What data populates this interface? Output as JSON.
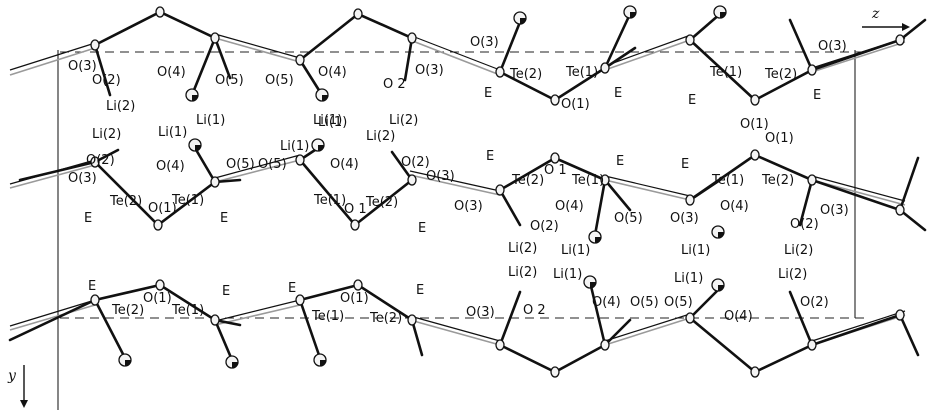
{
  "axes": {
    "z": "z",
    "y": "y"
  },
  "labels": [
    {
      "t": "O(3)"
    },
    {
      "t": "O(2)"
    },
    {
      "t": "O(4)"
    },
    {
      "t": "O(5)"
    },
    {
      "t": "O(5)"
    },
    {
      "t": "O(4)"
    },
    {
      "t": "O(3)"
    },
    {
      "t": "O 2"
    },
    {
      "t": "O(3)"
    },
    {
      "t": "Te(2)"
    },
    {
      "t": "Te(1)"
    },
    {
      "t": "Te(1)"
    },
    {
      "t": "Te(2)"
    },
    {
      "t": "O(3)"
    },
    {
      "t": "z"
    },
    {
      "t": "Li(2)"
    },
    {
      "t": "Li(1)"
    },
    {
      "t": "Li(1)"
    },
    {
      "t": "Li(2)"
    },
    {
      "t": "E"
    },
    {
      "t": "O(1)"
    },
    {
      "t": "E"
    },
    {
      "t": "E"
    },
    {
      "t": "E"
    },
    {
      "t": "O(1)"
    },
    {
      "t": "O(1)"
    },
    {
      "t": "Li(2)"
    },
    {
      "t": "Li(1)"
    },
    {
      "t": "Li(1)"
    },
    {
      "t": "Li(1)"
    },
    {
      "t": "Li(2)"
    },
    {
      "t": "O(2)"
    },
    {
      "t": "O(4)"
    },
    {
      "t": "O(5)"
    },
    {
      "t": "O(5)"
    },
    {
      "t": "O(4)"
    },
    {
      "t": "O(2)"
    },
    {
      "t": "E"
    },
    {
      "t": "O 1"
    },
    {
      "t": "E"
    },
    {
      "t": "E"
    },
    {
      "t": "O(3)"
    },
    {
      "t": "Te(2)"
    },
    {
      "t": "Te(1)"
    },
    {
      "t": "O(3)"
    },
    {
      "t": "Te(2)"
    },
    {
      "t": "Te(1)"
    },
    {
      "t": "Te(1)"
    },
    {
      "t": "Te(2)"
    },
    {
      "t": "O(3)"
    },
    {
      "t": "O(1)"
    },
    {
      "t": "O 1"
    },
    {
      "t": "Te(1)"
    },
    {
      "t": "Te(2)"
    },
    {
      "t": "E"
    },
    {
      "t": "E"
    },
    {
      "t": "E"
    },
    {
      "t": "O(3)"
    },
    {
      "t": "O(2)"
    },
    {
      "t": "O(4)"
    },
    {
      "t": "O(5)"
    },
    {
      "t": "O(4)"
    },
    {
      "t": "O(2)"
    },
    {
      "t": "O(3)"
    },
    {
      "t": "Li(2)"
    },
    {
      "t": "Li(1)"
    },
    {
      "t": "Li(1)"
    },
    {
      "t": "Li(2)"
    },
    {
      "t": "Li(2)"
    },
    {
      "t": "Li(1)"
    },
    {
      "t": "Li(1)"
    },
    {
      "t": "Li(2)"
    },
    {
      "t": "E"
    },
    {
      "t": "O(1)"
    },
    {
      "t": "E"
    },
    {
      "t": "E"
    },
    {
      "t": "O(1)"
    },
    {
      "t": "E"
    },
    {
      "t": "Te(2)"
    },
    {
      "t": "Te(1)"
    },
    {
      "t": "Te(1)"
    },
    {
      "t": "Te(2)"
    },
    {
      "t": "O(3)"
    },
    {
      "t": "O 2"
    },
    {
      "t": "O(4)"
    },
    {
      "t": "O(5)"
    },
    {
      "t": "O(5)"
    },
    {
      "t": "O(4)"
    },
    {
      "t": "O(2)"
    },
    {
      "t": "y"
    }
  ]
}
